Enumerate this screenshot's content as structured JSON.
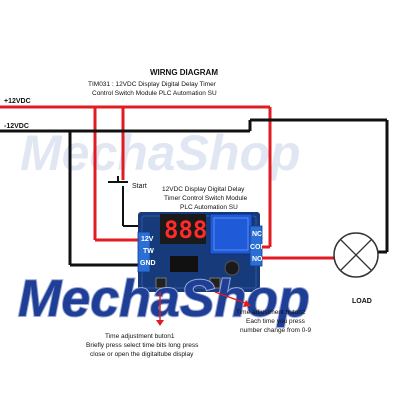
{
  "diagram": {
    "title": "WIRNG  DIAGRAM",
    "subtitle_line1": "TIM031 : 12VDC Display Digital Delay Timer",
    "subtitle_line2": "Control Switch Module PLC Automation SU"
  },
  "rails": {
    "positive_label": "+12VDC",
    "negative_label": "-12VDC",
    "positive_color": "#e11b22",
    "negative_color": "#111111"
  },
  "start_switch": {
    "label": "Start"
  },
  "module": {
    "label_line1": "12VDC Display Digital Delay",
    "label_line2": "Timer Control Switch Module",
    "label_line3": "PLC Automation SU",
    "display_value": "888",
    "board_color": "#173a7a",
    "pins_left": [
      "12V",
      "TW",
      "GND"
    ],
    "pins_right": [
      "NC",
      "COM",
      "NO"
    ]
  },
  "load": {
    "label": "LOAD"
  },
  "annotations": {
    "button1_line1": "Time adjustment buton1",
    "button1_line2": "Briefly press select time bits long press",
    "button1_line3": "close or open the digitaltube display",
    "button2_line1": "Time adjustment buton2",
    "button2_line2": "Each time you press",
    "button2_line3": "number change from 0-9"
  },
  "branding": {
    "watermark_top": "MechaShop",
    "watermark_main": "MechaShop"
  }
}
